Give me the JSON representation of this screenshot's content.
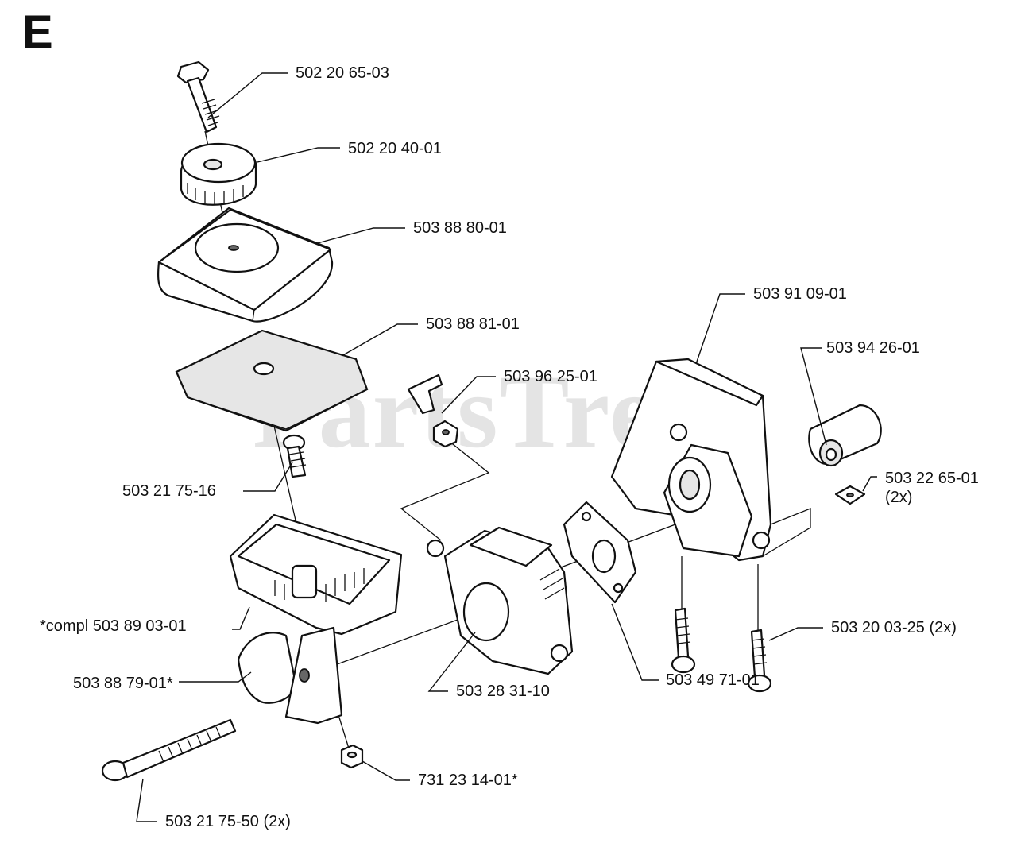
{
  "diagram": {
    "section_letter": "E",
    "watermark": "PartsTree",
    "watermark_mark": "™",
    "labels": [
      {
        "id": "screw-top",
        "text": "502 20 65-03"
      },
      {
        "id": "knob",
        "text": "502 20 40-01"
      },
      {
        "id": "filter-cover",
        "text": "503 88 80-01"
      },
      {
        "id": "filter-foam",
        "text": "503 88 81-01"
      },
      {
        "id": "link",
        "text": "503 96 25-01"
      },
      {
        "id": "screw-mid",
        "text": "503 21 75-16"
      },
      {
        "id": "housing",
        "text": "*compl 503 89 03-01"
      },
      {
        "id": "bulb",
        "text": "503 88 79-01*"
      },
      {
        "id": "screw-long",
        "text": "503 21 75-50 (2x)"
      },
      {
        "id": "nut",
        "text": "731 23 14-01*"
      },
      {
        "id": "carburetor",
        "text": "503 28 31-10"
      },
      {
        "id": "gasket",
        "text": "503 49 71-01"
      },
      {
        "id": "tank-cover",
        "text": "503 91 09-01"
      },
      {
        "id": "grommet",
        "text": "503 94 26-01"
      },
      {
        "id": "square-nut",
        "text": "503 22 65-01"
      },
      {
        "id": "square-nut-qty",
        "text": "(2x)"
      },
      {
        "id": "screw-bottom",
        "text": "503 20 03-25 (2x)"
      }
    ]
  }
}
